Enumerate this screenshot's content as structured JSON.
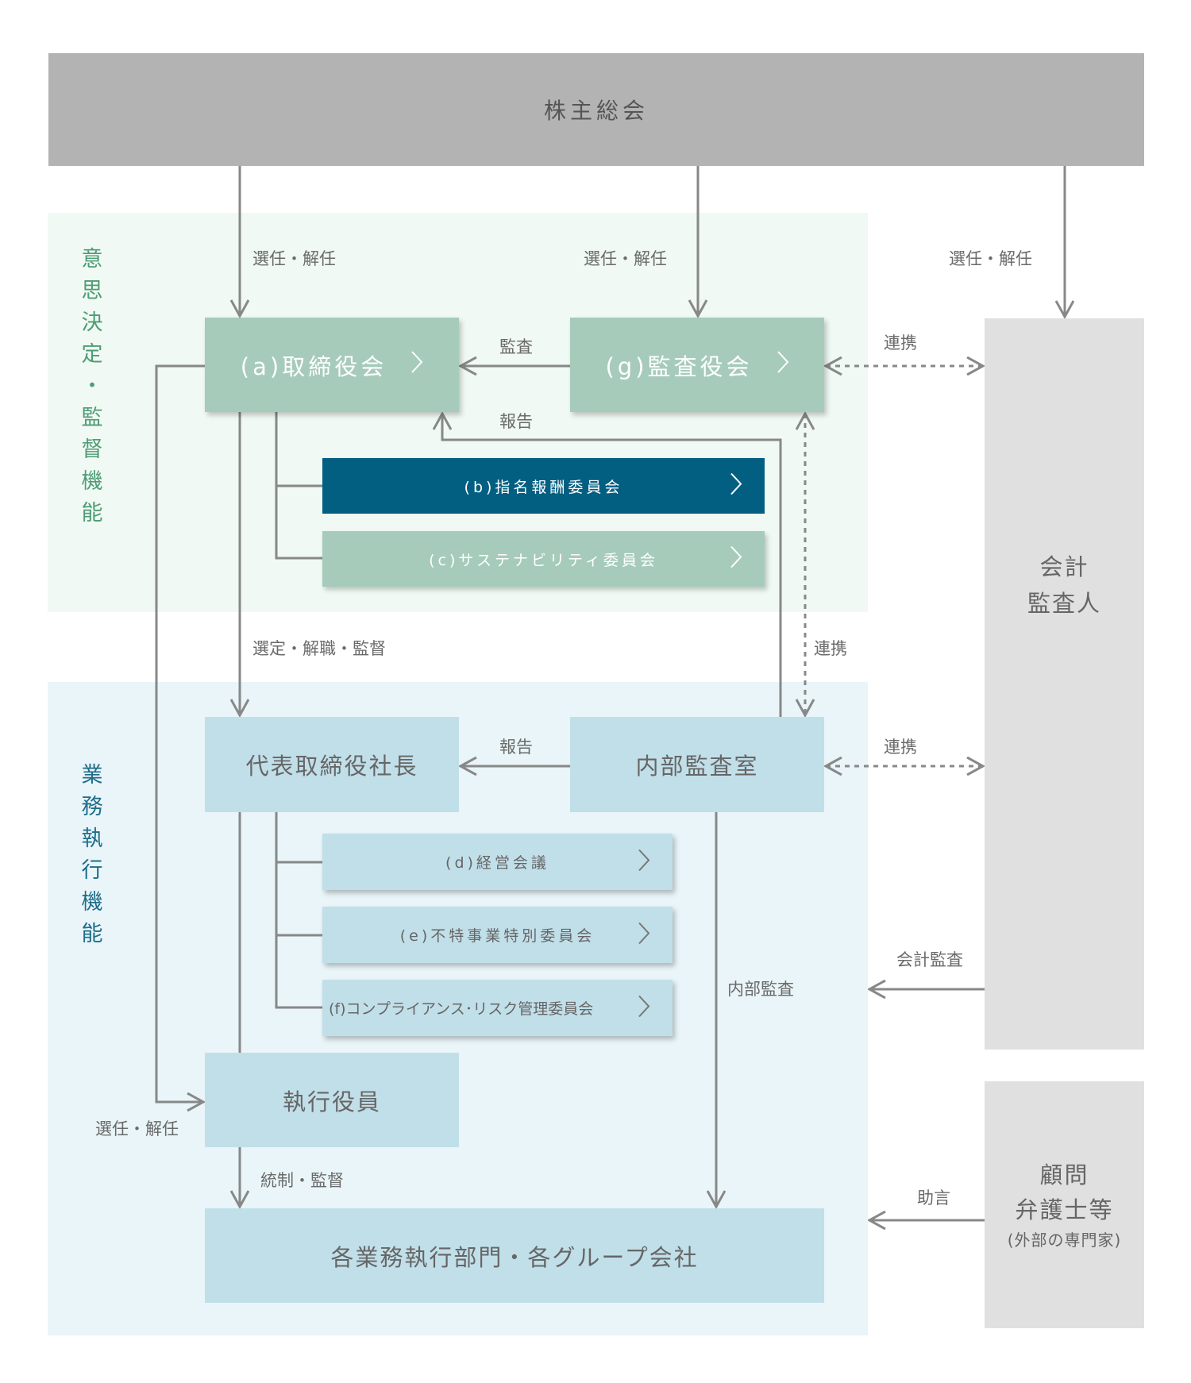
{
  "shareholders": {
    "label": "株主総会"
  },
  "zones": {
    "decision": {
      "label_chars": [
        "意",
        "思",
        "決",
        "定",
        "・",
        "監",
        "督",
        "機",
        "能"
      ],
      "color": "#4e9c75",
      "background": "#f0f9f3"
    },
    "execution": {
      "label_chars": [
        "業",
        "務",
        "執",
        "行",
        "機",
        "能"
      ],
      "color": "#1e6d8a",
      "background": "#e9f5f8"
    }
  },
  "boxes": {
    "board": {
      "label": "(a)取締役会",
      "icon": "chevron-right-icon"
    },
    "audit_board": {
      "label": "(g)監査役会",
      "icon": "chevron-right-icon"
    },
    "nomination": {
      "label": "(b)指名報酬委員会",
      "icon": "chevron-right-icon"
    },
    "sustainability": {
      "label": "(c)サステナビリティ委員会",
      "icon": "chevron-right-icon"
    },
    "president": {
      "label": "代表取締役社長"
    },
    "internal_audit": {
      "label": "内部監査室"
    },
    "management_meeting": {
      "label": "(d)経営会議",
      "icon": "chevron-right-icon"
    },
    "misconduct": {
      "label": "(e)不特事業特別委員会",
      "icon": "chevron-right-icon"
    },
    "compliance": {
      "label": "(f)コンプライアンス･リスク管理委員会",
      "icon": "chevron-right-icon"
    },
    "officers": {
      "label": "執行役員"
    },
    "divisions": {
      "label": "各業務執行部門・各グループ会社"
    },
    "accounting_auditor": {
      "line1": "会計",
      "line2": "監査人"
    },
    "advisors": {
      "line1": "顧問",
      "line2": "弁護士等",
      "line3": "(外部の専門家)"
    }
  },
  "labels": {
    "elect_board": "選任・解任",
    "elect_audit": "選任・解任",
    "elect_auditor": "選任・解任",
    "audit": "監査",
    "report_top": "報告",
    "collab_top": "連携",
    "collab_vertical": "連携",
    "select_supervise": "選定・解職・監督",
    "report_mid": "報告",
    "collab_mid": "連携",
    "internal_audit": "内部監査",
    "accounting_audit": "会計監査",
    "elect_officers": "選任・解任",
    "control_supervise": "統制・監督",
    "advice": "助言"
  },
  "colors": {
    "shareholders_bg": "#b3b3b3",
    "green_box": "#a6cbbb",
    "navy_bar": "#035f82",
    "light_blue_box": "#c1dfe9",
    "gray_box": "#e0e0e0",
    "line": "#888888"
  }
}
